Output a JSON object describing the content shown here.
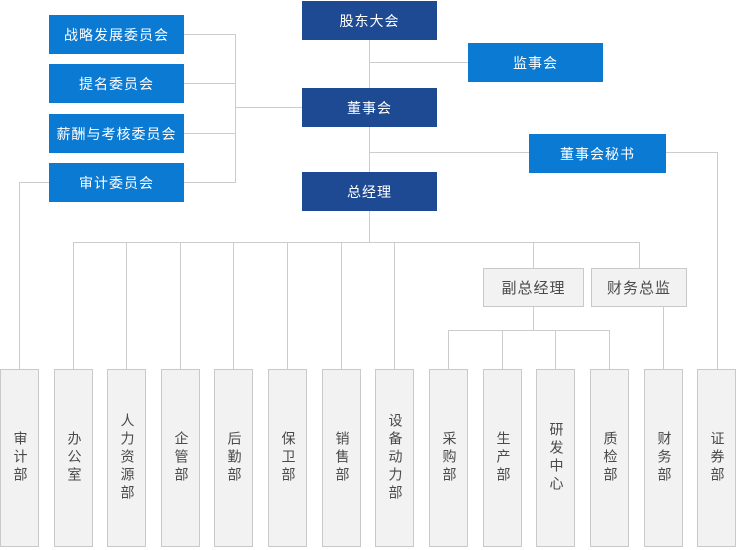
{
  "org_chart": {
    "nodes": {
      "shareholders_meeting": "股东大会",
      "supervisory_board": "监事会",
      "board_of_directors": "董事会",
      "board_secretary": "董事会秘书",
      "general_manager": "总经理"
    },
    "committees": [
      "战略发展委员会",
      "提名委员会",
      "薪酬与考核委员会",
      "审计委员会"
    ],
    "executives": [
      "副总经理",
      "财务总监"
    ],
    "departments": [
      "审计部",
      "办公室",
      "人力资源部",
      "企管部",
      "后勤部",
      "保卫部",
      "销售部",
      "设备动力部",
      "采购部",
      "生产部",
      "研发中心",
      "质检部",
      "财务部",
      "证券部"
    ],
    "colors": {
      "primary_dark_blue": "#1e4a94",
      "primary_blue": "#0b7ad3",
      "node_gray_fill": "#f2f2f2",
      "node_gray_border": "#c9c9c9",
      "gray_text": "#4a4a4a",
      "connector_line": "#cccccc"
    }
  }
}
